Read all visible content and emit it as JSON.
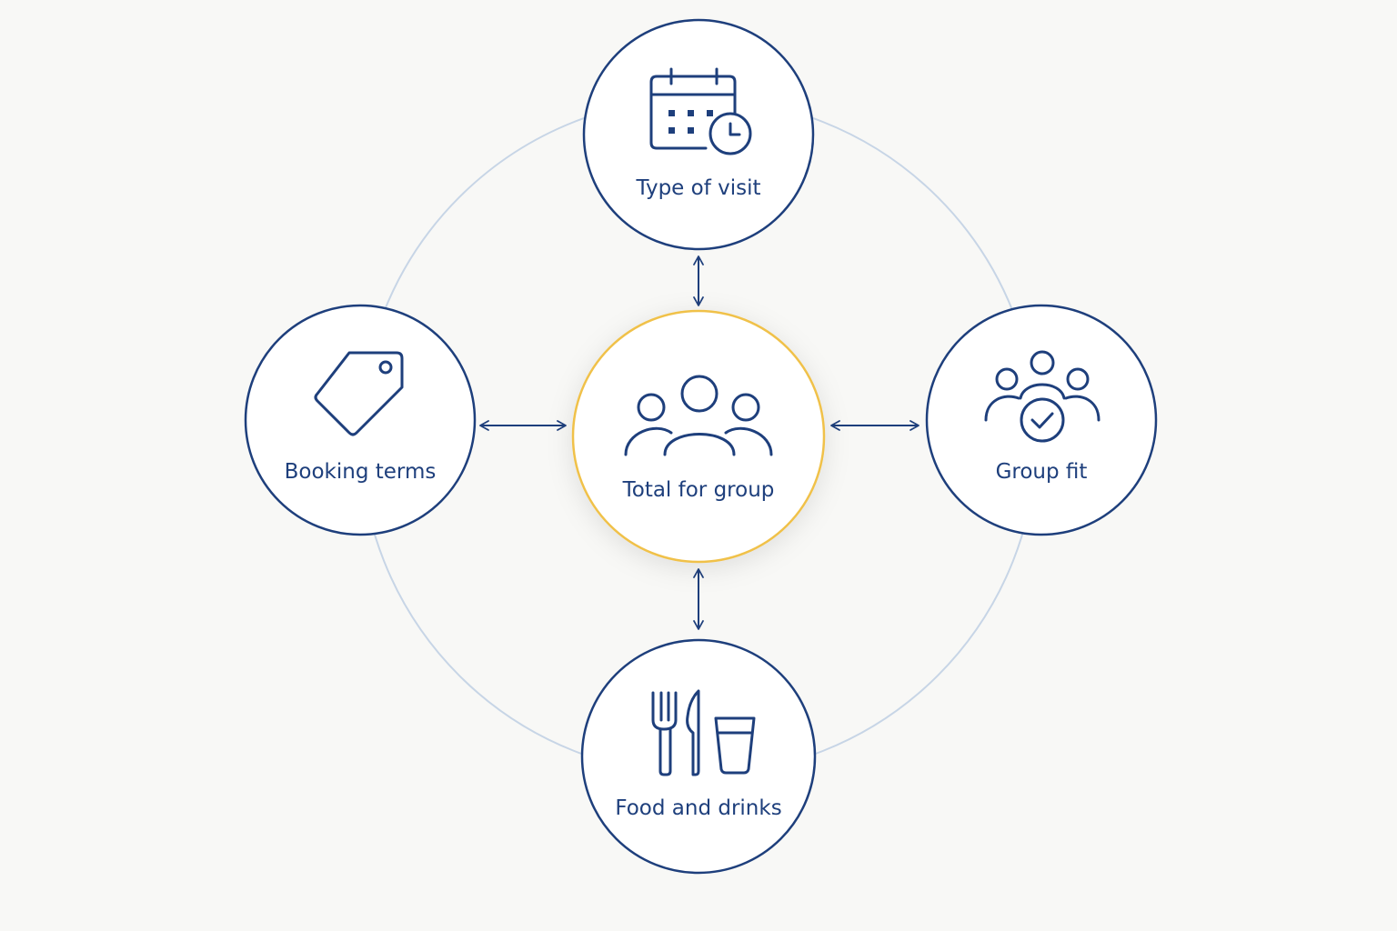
{
  "colors": {
    "primary": "#1e3f7c",
    "center_accent": "#f0c14a",
    "orbit": "#c7d5e6",
    "background": "#f8f8f6",
    "node_fill": "#ffffff"
  },
  "center": {
    "label": "Total for group",
    "icon": "group-people-icon"
  },
  "nodes": [
    {
      "id": "type-of-visit",
      "label": "Type of visit",
      "icon": "calendar-clock-icon",
      "position": "top"
    },
    {
      "id": "group-fit",
      "label": "Group fit",
      "icon": "group-check-icon",
      "position": "right"
    },
    {
      "id": "food-and-drinks",
      "label": "Food and drinks",
      "icon": "utensils-glass-icon",
      "position": "bottom"
    },
    {
      "id": "booking-terms",
      "label": "Booking terms",
      "icon": "price-tag-icon",
      "position": "left"
    }
  ]
}
